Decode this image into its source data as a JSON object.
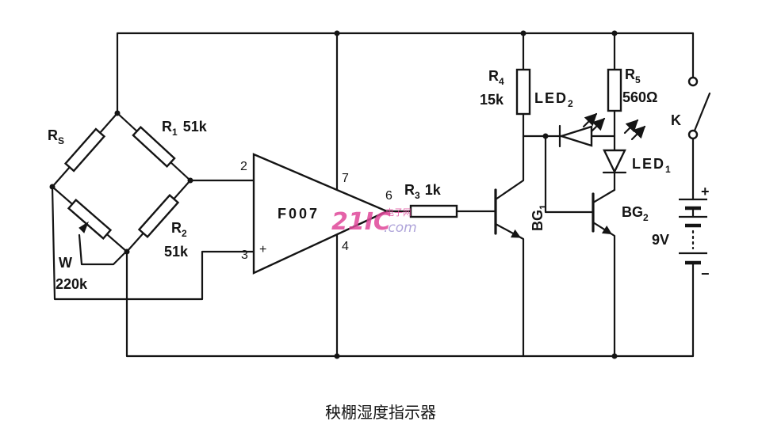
{
  "diagram": {
    "caption": "秧棚湿度指示器",
    "rs": {
      "main": "R",
      "sub": "S"
    },
    "r1": {
      "main": "R",
      "sub": "1",
      "value": "51k"
    },
    "r2": {
      "main": "R",
      "sub": "2",
      "value": "51k"
    },
    "w": {
      "name": "W",
      "value": "220k"
    },
    "opamp": {
      "name": "F007",
      "pin_inverting": "2",
      "pin_noninverting": "3",
      "plus_sign": "+",
      "pin_supply_pos": "7",
      "pin_output": "6",
      "pin_supply_neg": "4"
    },
    "r3": {
      "main": "R",
      "sub": "3",
      "value": "1k"
    },
    "r4": {
      "main": "R",
      "sub": "4",
      "value": "15k"
    },
    "r5": {
      "main": "R",
      "sub": "5",
      "value": "560Ω"
    },
    "led2": {
      "main": "LED",
      "sub": "2"
    },
    "led1": {
      "main": "LED",
      "sub": "1"
    },
    "bg1": {
      "main": "BG",
      "sub": "1"
    },
    "bg2": {
      "main": "BG",
      "sub": "2"
    },
    "switch": {
      "name": "K"
    },
    "battery": {
      "value": "9V",
      "plus_sign": "+",
      "minus_sign": "−"
    }
  },
  "watermark": {
    "brand": "21IC",
    "cn": "电子网",
    "domain": ".com"
  },
  "colors": {
    "ink": "#141414",
    "paper": "#ffffff",
    "watermark_brand": "#e0479a",
    "watermark_domain": "#a79bd6"
  }
}
